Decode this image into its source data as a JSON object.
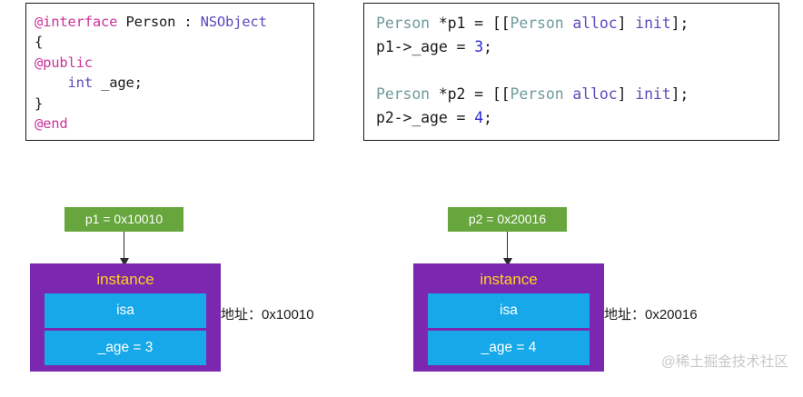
{
  "code_interface": {
    "name": "objc-interface-declaration",
    "lines": [
      [
        {
          "t": "@interface ",
          "c": "dir"
        },
        {
          "t": "Person : ",
          "c": "pln"
        },
        {
          "t": "NSObject",
          "c": "type"
        }
      ],
      [
        {
          "t": "{",
          "c": "pln"
        }
      ],
      [
        {
          "t": "@public",
          "c": "dir"
        }
      ],
      [
        {
          "t": "    ",
          "c": "pln"
        },
        {
          "t": "int",
          "c": "kw"
        },
        {
          "t": " _age;",
          "c": "pln"
        }
      ],
      [
        {
          "t": "}",
          "c": "pln"
        }
      ],
      [
        {
          "t": "@end",
          "c": "dir"
        }
      ]
    ]
  },
  "code_usage": {
    "name": "objc-instantiation-code",
    "lines": [
      [
        {
          "t": "Person",
          "c": "cls"
        },
        {
          "t": " *p1 = [[",
          "c": "pln"
        },
        {
          "t": "Person",
          "c": "cls"
        },
        {
          "t": " ",
          "c": "pln"
        },
        {
          "t": "alloc",
          "c": "type"
        },
        {
          "t": "] ",
          "c": "pln"
        },
        {
          "t": "init",
          "c": "type"
        },
        {
          "t": "];",
          "c": "pln"
        }
      ],
      [
        {
          "t": "p1->_age = ",
          "c": "pln"
        },
        {
          "t": "3",
          "c": "num"
        },
        {
          "t": ";",
          "c": "pln"
        }
      ],
      [
        {
          "t": " ",
          "c": "pln"
        }
      ],
      [
        {
          "t": "Person",
          "c": "cls"
        },
        {
          "t": " *p2 = [[",
          "c": "pln"
        },
        {
          "t": "Person",
          "c": "cls"
        },
        {
          "t": " ",
          "c": "pln"
        },
        {
          "t": "alloc",
          "c": "type"
        },
        {
          "t": "] ",
          "c": "pln"
        },
        {
          "t": "init",
          "c": "type"
        },
        {
          "t": "];",
          "c": "pln"
        }
      ],
      [
        {
          "t": "p2->_age = ",
          "c": "pln"
        },
        {
          "t": "4",
          "c": "num"
        },
        {
          "t": ";",
          "c": "pln"
        }
      ]
    ]
  },
  "diagrams": [
    {
      "id": "p1",
      "pointer_label": "p1 = 0x10010",
      "instance_title": "instance",
      "ivars": [
        "isa",
        "_age = 3"
      ],
      "address_text": "地址：0x10010"
    },
    {
      "id": "p2",
      "pointer_label": "p2 = 0x20016",
      "instance_title": "instance",
      "ivars": [
        "isa",
        "_age = 4"
      ],
      "address_text": "地址：0x20016"
    }
  ],
  "watermark": {
    "text": "@稀土掘金技术社区"
  },
  "colors": {
    "pointer_label_bg": "#66a63c",
    "instance_bg": "#7b27b0",
    "instance_title": "#ffd21e",
    "ivar_bg": "#16a8e8",
    "arrow": "#2b2b2b",
    "directive": "#cc3399",
    "type": "#5b4bbd",
    "class": "#6f9a9a",
    "number": "#2b2bd4",
    "watermark": "#c9c9c9"
  }
}
